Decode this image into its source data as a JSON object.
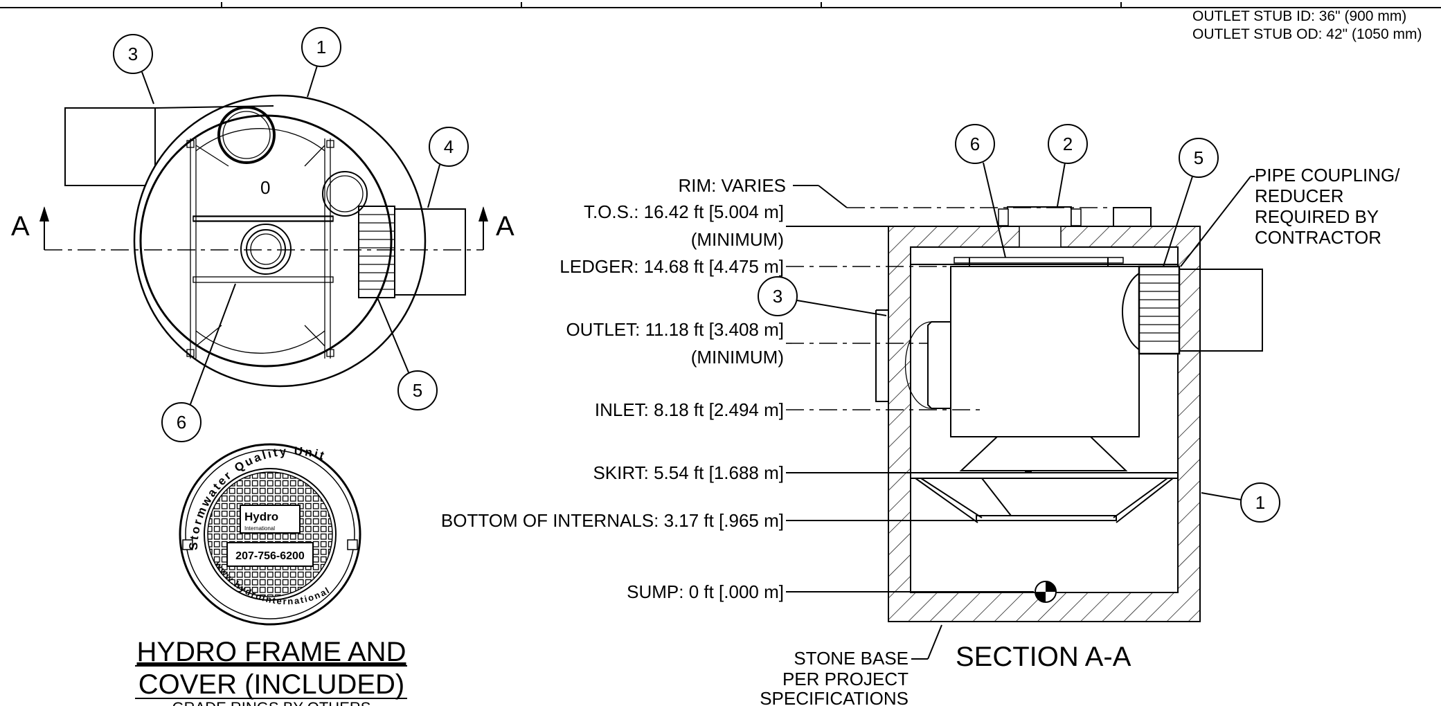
{
  "notes": {
    "outlet_stub_id": "OUTLET STUB ID: 36\" (900 mm)",
    "outlet_stub_od": "OUTLET STUB OD: 42\" (1050 mm)"
  },
  "plan_view": {
    "section_marker_left": "A",
    "section_marker_right": "A",
    "balloons": [
      "3",
      "1",
      "4",
      "5",
      "6"
    ],
    "center_mark": "0"
  },
  "cover": {
    "ring_text_top": "Stormwater Quality Unit",
    "ring_text_bottom": "www.hydrointernational.biz",
    "brand": "Hydro",
    "brand_sub": "International",
    "phone": "207-756-6200",
    "title_line1": "HYDRO FRAME AND",
    "title_line2": "COVER (INCLUDED)",
    "subtitle": "GRADE RINGS BY OTHERS"
  },
  "section": {
    "title": "SECTION A-A",
    "balloons": [
      "6",
      "2",
      "5",
      "3",
      "1"
    ],
    "elevations": [
      {
        "label": "RIM: VARIES"
      },
      {
        "label": "T.O.S.: 16.42 ft [5.004 m]",
        "sub": "(MINIMUM)"
      },
      {
        "label": "LEDGER: 14.68 ft [4.475 m]"
      },
      {
        "label": "OUTLET: 11.18 ft [3.408 m]",
        "sub": "(MINIMUM)"
      },
      {
        "label": "INLET: 8.18 ft [2.494 m]"
      },
      {
        "label": "SKIRT: 5.54 ft [1.688 m]"
      },
      {
        "label": "BOTTOM OF INTERNALS: 3.17 ft [.965 m]"
      },
      {
        "label": "SUMP: 0 ft [.000 m]"
      }
    ],
    "pipe_coupling": [
      "PIPE COUPLING/",
      "REDUCER",
      "REQUIRED BY",
      "CONTRACTOR"
    ],
    "stone_base": [
      "STONE BASE",
      "PER PROJECT",
      "SPECIFICATIONS"
    ]
  }
}
